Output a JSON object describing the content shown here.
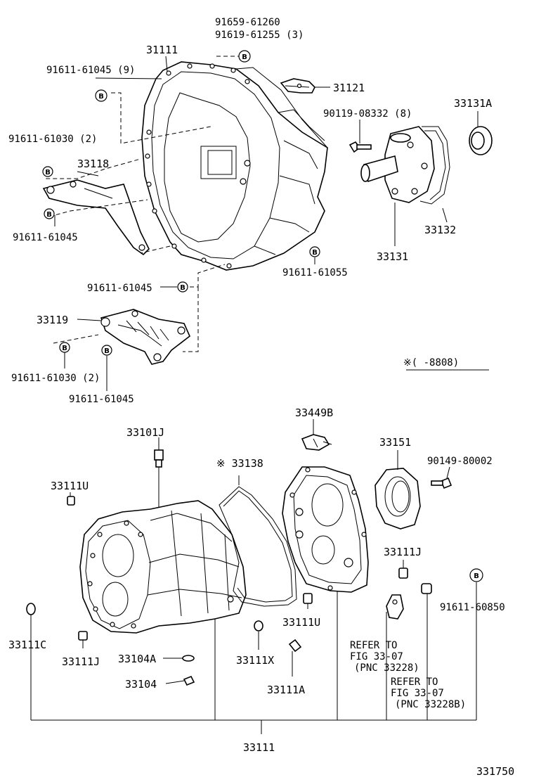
{
  "bolt_mark": "B",
  "labels": {
    "p91659_61260": "91659-61260",
    "p91619_61255": "91619-61255 (3)",
    "p31111": "31111",
    "p91611_61045_9": "91611-61045 (9)",
    "p31121": "31121",
    "p90119_08332": "90119-08332 (8)",
    "p33131A": "33131A",
    "p91611_61030_2a": "91611-61030 (2)",
    "p33118": "33118",
    "p91611_61045_a": "91611-61045",
    "p33132": "33132",
    "p33131": "33131",
    "p91611_61055": "91611-61055",
    "p91611_61045_b": "91611-61045",
    "p33119": "33119",
    "p91611_61030_2b": "91611-61030 (2)",
    "p91611_61045_c": "91611-61045",
    "date_note": "※(       -8808)",
    "p33449B": "33449B",
    "p33101J": "33101J",
    "p33138": "※ 33138",
    "p33151": "33151",
    "p90149_80002": "90149-80002",
    "p33111U_a": "33111U",
    "p33111J_a": "33111J",
    "p91611_60850": "91611-60850",
    "p33111U_b": "33111U",
    "p33111C": "33111C",
    "p33111J_b": "33111J",
    "p33104A": "33104A",
    "p33111X": "33111X",
    "p33104": "33104",
    "p33111A": "33111A",
    "refer1_l1": "REFER TO",
    "refer1_l2": "FIG 33-07",
    "refer1_l3": "(PNC 33228)",
    "refer2_l1": "REFER TO",
    "refer2_l2": "FIG 33-07",
    "refer2_l3": "(PNC 33228B)",
    "p33111_bottom": "33111",
    "figure_number": "331750"
  }
}
